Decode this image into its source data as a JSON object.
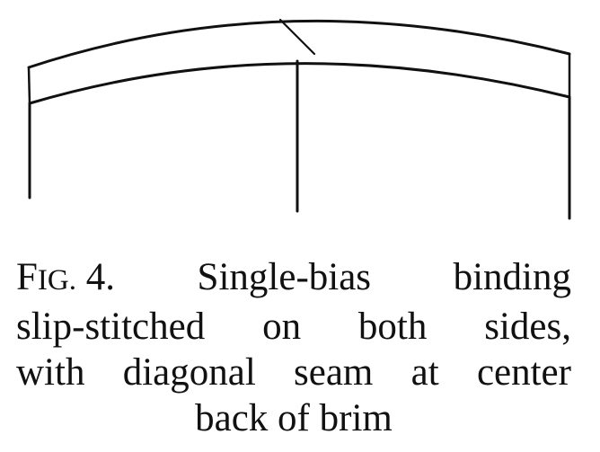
{
  "caption": {
    "fig_prefix_big": "F",
    "fig_prefix_small": "IG.",
    "fig_number": "4.",
    "line1_words": [
      "Single-bias",
      "binding"
    ],
    "line2_words": [
      "slip-stitched",
      "on",
      "both",
      "sides,"
    ],
    "line3_words": [
      "with",
      "diagonal",
      "seam",
      "at",
      "center"
    ],
    "line4": "back of brim"
  },
  "colors": {
    "ink": "#111111",
    "paper": "#ffffff"
  }
}
